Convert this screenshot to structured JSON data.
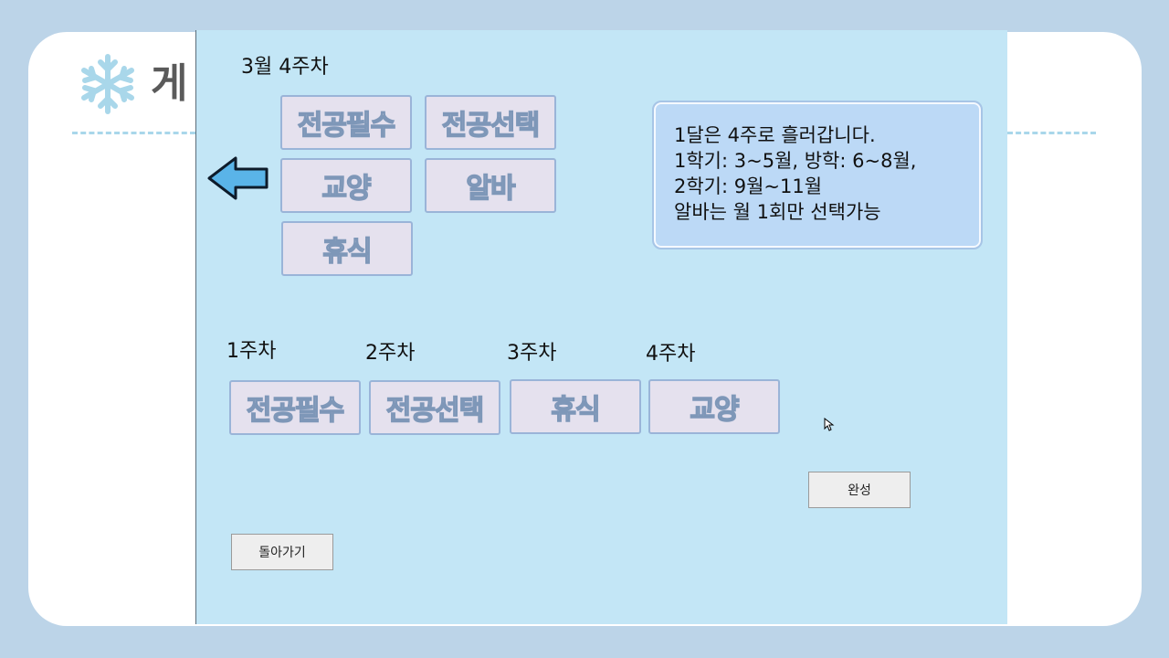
{
  "background_slide": {
    "title_visible": "게"
  },
  "window": {
    "month_week": "3월  4주차",
    "choices": [
      {
        "label": "전공필수"
      },
      {
        "label": "전공선택"
      },
      {
        "label": "교양"
      },
      {
        "label": "알바"
      },
      {
        "label": "휴식"
      }
    ],
    "info_lines": [
      "1달은 4주로 흘러갑니다.",
      "1학기: 3~5월, 방학: 6~8월,",
      "2학기: 9월~11월",
      "알바는 월 1회만 선택가능"
    ],
    "weeks": [
      {
        "label": "1주차",
        "selected": "전공필수"
      },
      {
        "label": "2주차",
        "selected": "전공선택"
      },
      {
        "label": "3주차",
        "selected": "휴식"
      },
      {
        "label": "4주차",
        "selected": "교양"
      }
    ],
    "complete_button": "완성",
    "back_button": "돌아가기"
  },
  "icons": {
    "back_arrow": "left-arrow-icon",
    "decoration": "snowflake-icon",
    "pointer": "mouse-cursor-icon"
  },
  "colors": {
    "window_bg": "#c3e6f6",
    "choice_bg": "#e5e1ee",
    "choice_border": "#9ab4d8",
    "info_bg": "#bcd9f6",
    "arrow_fill": "#5ab4e8"
  }
}
